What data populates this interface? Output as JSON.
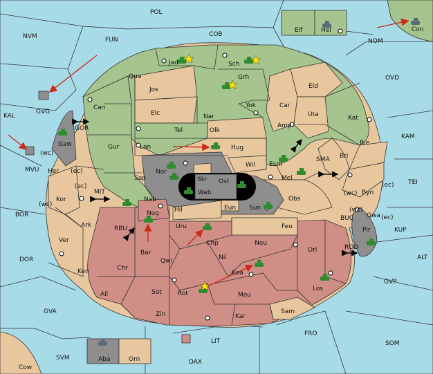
{
  "colors": {
    "sea": "#a8dbe8",
    "green": "#a6c48d",
    "tan": "#e8c79e",
    "red": "#cf8e86",
    "gray": "#8e8e8e",
    "arrow": "#cc2a1a",
    "unit": "#2e8b2e"
  },
  "sea_labels": {
    "pol": "POL",
    "nvm": "NVM",
    "fun": "FUN",
    "cob": "COB",
    "nom": "NOM",
    "ovd": "OVD",
    "kal": "KAL",
    "kam": "KAM",
    "tei": "TEI",
    "bor": "BOR",
    "kup": "KUP",
    "dor": "DOR",
    "alt": "ALT",
    "gvp": "GVP",
    "gva": "GVA",
    "fro": "FRO",
    "som": "SOM",
    "svm": "SVM",
    "lit": "LIT",
    "dax": "DAX",
    "gor": "GOR",
    "mit": "MIT",
    "sma": "SMA",
    "rbu": "RBU",
    "buc": "BUC",
    "rod": "ROD"
  },
  "land_labels": {
    "elf": "Elf",
    "hel": "Hel",
    "con": "Con",
    "gvg": "GVG",
    "mvu": "MVU",
    "cow": "Cow",
    "aba": "Aba",
    "orn": "Orn",
    "jad": "Jad",
    "sch": "Sch",
    "qua": "Qua",
    "jos": "Jos",
    "grh": "Grh",
    "eld": "Eld",
    "can": "Can",
    "elc": "Elc",
    "nar": "Nar",
    "yok": "Yok",
    "car": "Car",
    "uta": "Uta",
    "kat": "Kat",
    "tel": "Tel",
    "olk": "Olk",
    "amp": "Amp",
    "gur": "Gur",
    "lan": "Lan",
    "hug": "Hug",
    "rie": "Rie",
    "bri": "Bri",
    "gaw": "Gaw",
    "nor": "Nor",
    "wil": "Wil",
    "esm": "Esm",
    "skr": "Skr",
    "ost": "Ost",
    "mel": "Mel",
    "sap": "Sap",
    "web": "Web",
    "byn": "Byn",
    "her": "Her",
    "kor": "Kor",
    "nab": "Nab",
    "hil": "Hil",
    "eun": "Eun",
    "sun": "Sun",
    "obs": "Obs",
    "gwa": "Gwa",
    "nog": "Nog",
    "uru": "Uru",
    "feu": "Feu",
    "pir": "Pir",
    "ark": "Ark",
    "chp": "Chp",
    "neu": "Neu",
    "orl": "Orl",
    "ver": "Ver",
    "bar": "Bar",
    "qwi": "Qwi",
    "nil": "Nil",
    "chr": "Chr",
    "ken": "Ken",
    "kaa": "Kaa",
    "los": "Los",
    "ail": "Ail",
    "sot": "Sot",
    "rot": "Rot",
    "mou": "Mou",
    "zin": "Zin",
    "kar": "Kar",
    "sam": "Sam"
  },
  "coast_tags": {
    "wc1": "(wc)",
    "ec1": "(ec)",
    "ec2": "(ec)",
    "wc2": "(wc)",
    "wc3": "(wc)",
    "ec3": "(ec)",
    "wc4": "(wc)",
    "ec4": "(ec)"
  }
}
